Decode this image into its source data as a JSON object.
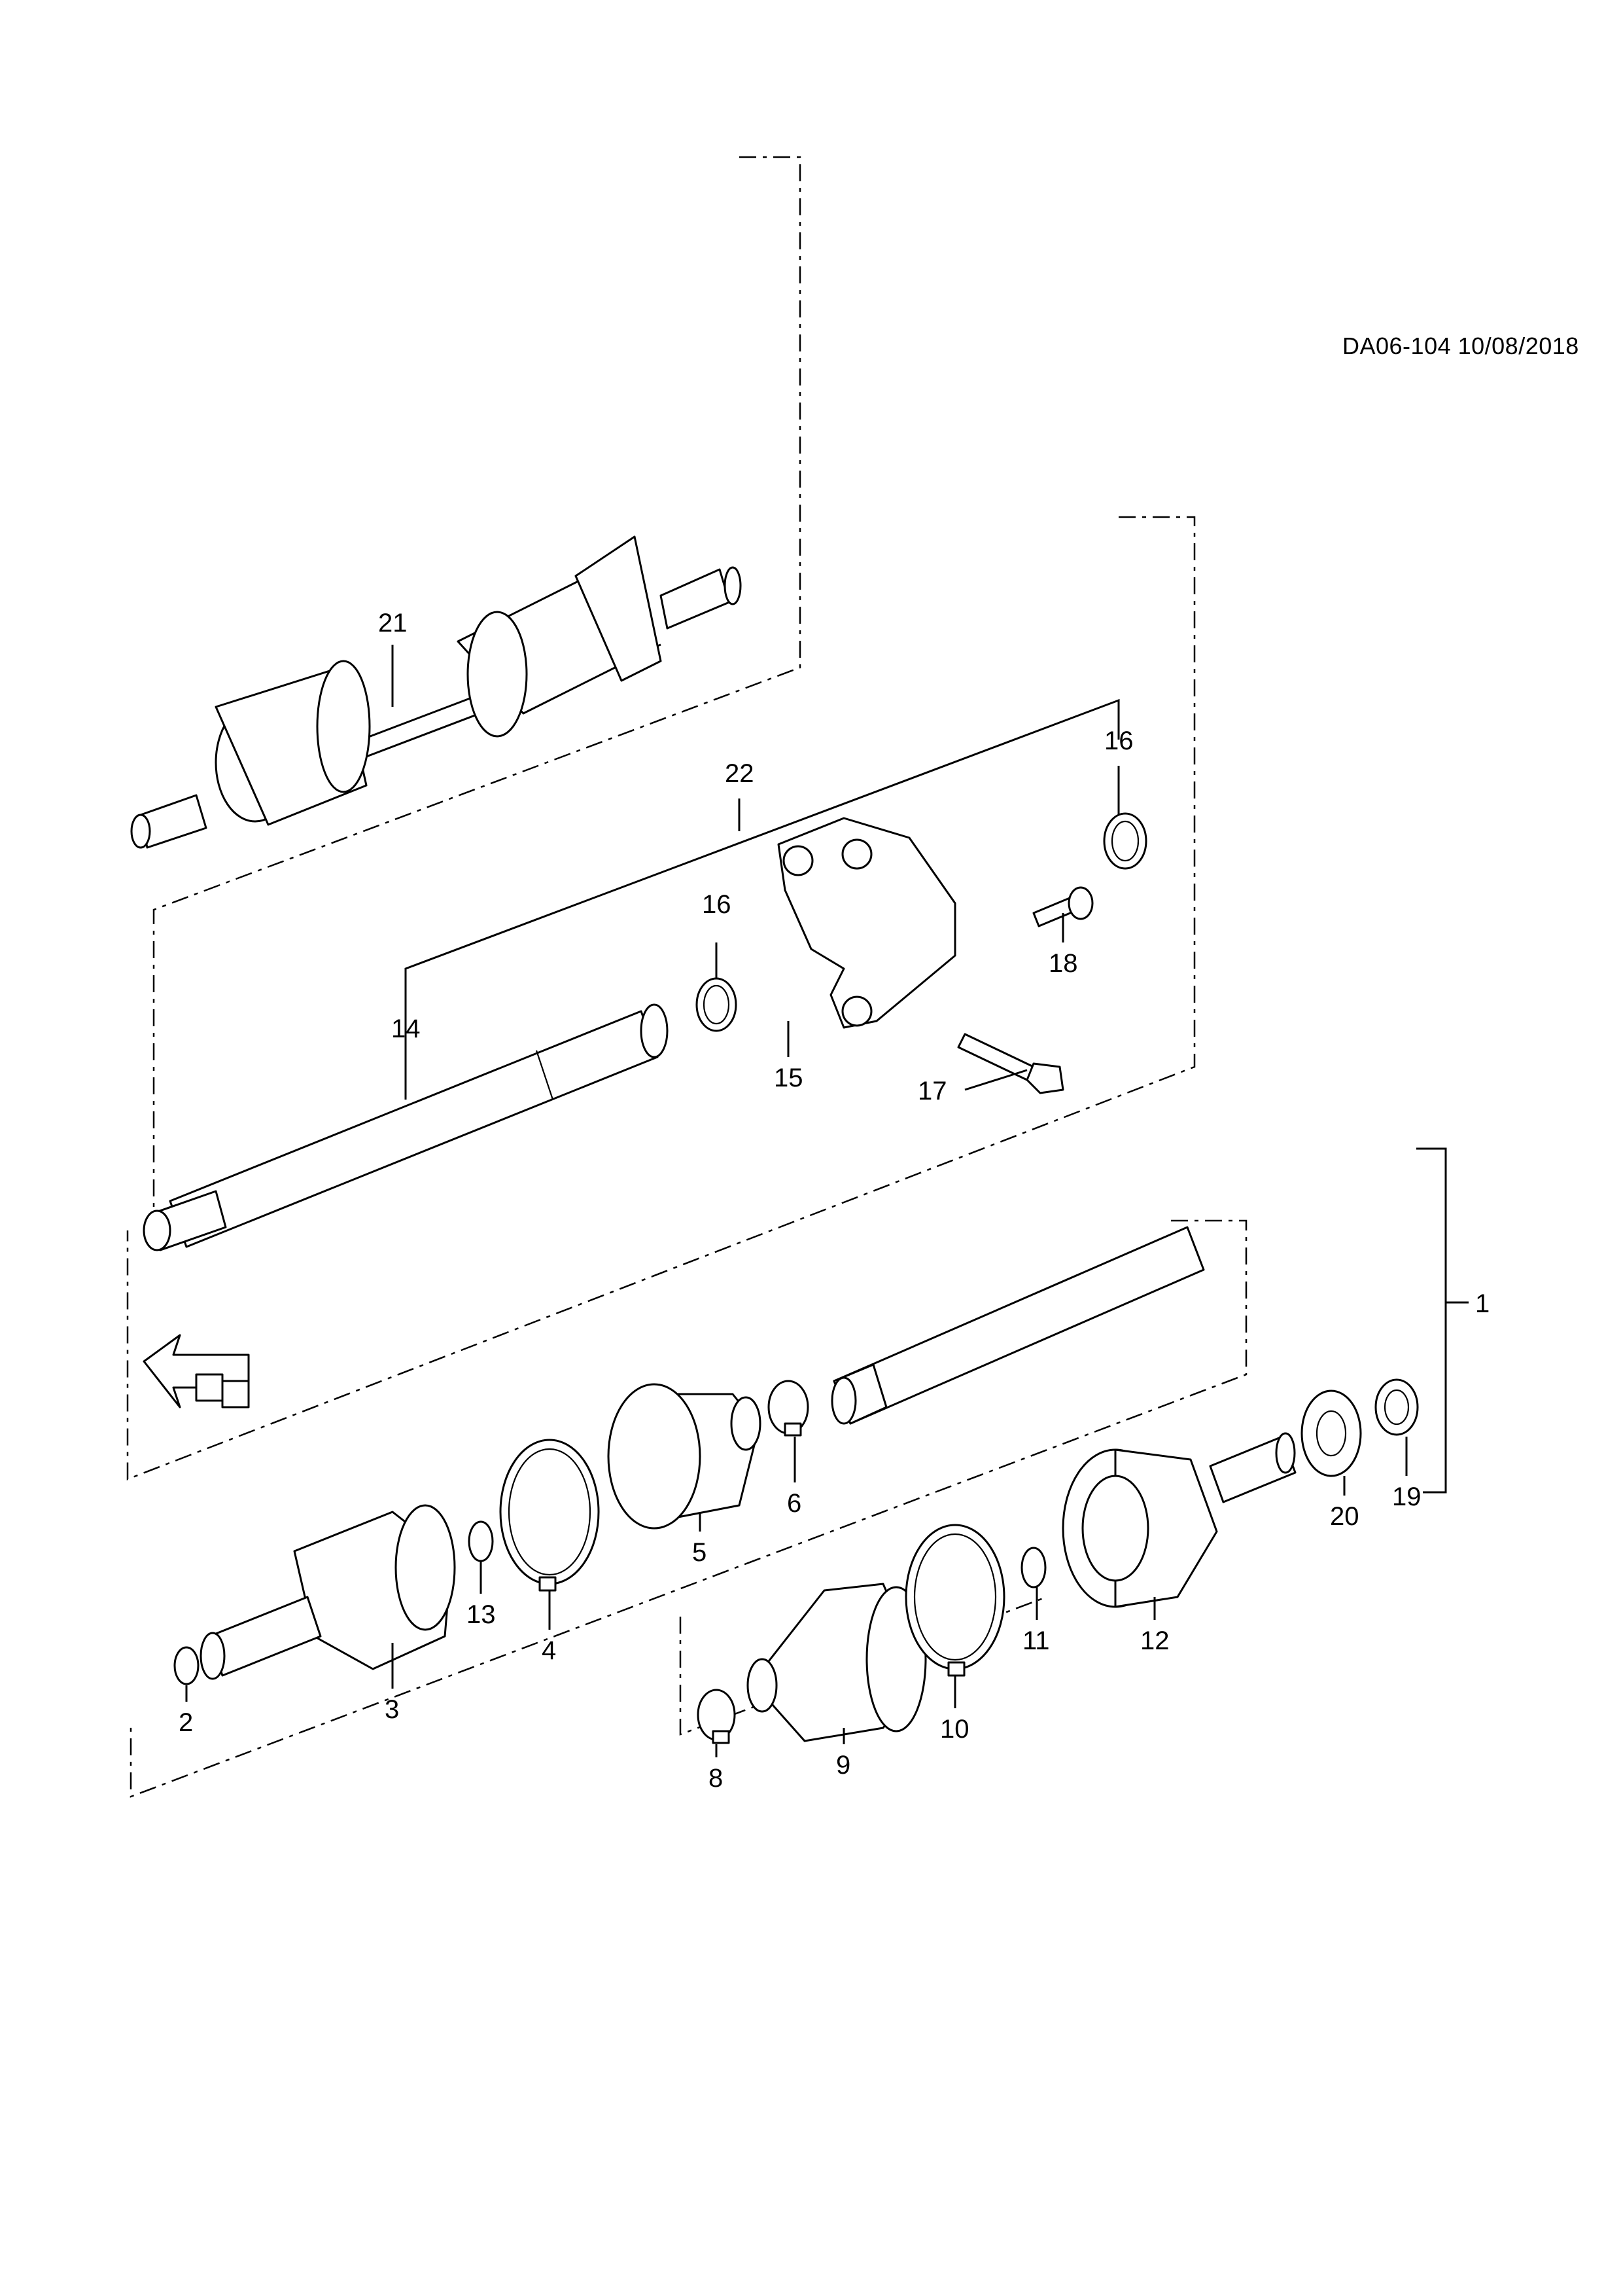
{
  "header": {
    "doc_ref": "DA06-104 10/08/2018"
  },
  "callouts": {
    "c1": "1",
    "c2": "2",
    "c3": "3",
    "c4": "4",
    "c5": "5",
    "c6": "6",
    "c8": "8",
    "c9": "9",
    "c10": "10",
    "c11": "11",
    "c12": "12",
    "c13": "13",
    "c14": "14",
    "c15": "15",
    "c16a": "16",
    "c16b": "16",
    "c17": "17",
    "c18": "18",
    "c19": "19",
    "c20": "20",
    "c21": "21",
    "c22": "22"
  },
  "icons": {
    "front_arrow": "front-direction-arrow-icon"
  }
}
